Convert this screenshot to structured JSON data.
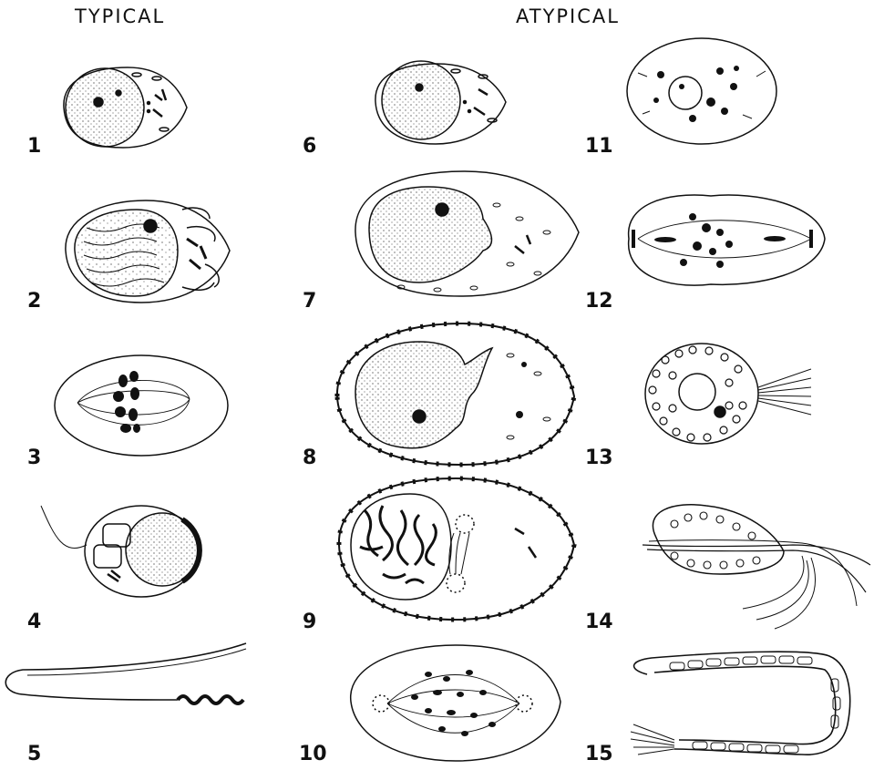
{
  "headers": {
    "typical": "TYPICAL",
    "atypical": "ATYPICAL"
  },
  "figures": [
    {
      "number": "1",
      "group": "typical"
    },
    {
      "number": "2",
      "group": "typical"
    },
    {
      "number": "3",
      "group": "typical"
    },
    {
      "number": "4",
      "group": "typical"
    },
    {
      "number": "5",
      "group": "typical"
    },
    {
      "number": "6",
      "group": "atypical"
    },
    {
      "number": "7",
      "group": "atypical"
    },
    {
      "number": "8",
      "group": "atypical"
    },
    {
      "number": "9",
      "group": "atypical"
    },
    {
      "number": "10",
      "group": "atypical"
    },
    {
      "number": "11",
      "group": "atypical"
    },
    {
      "number": "12",
      "group": "atypical"
    },
    {
      "number": "13",
      "group": "atypical"
    },
    {
      "number": "14",
      "group": "atypical"
    },
    {
      "number": "15",
      "group": "atypical"
    }
  ],
  "colors": {
    "ink": "#111111",
    "paper": "#ffffff"
  }
}
